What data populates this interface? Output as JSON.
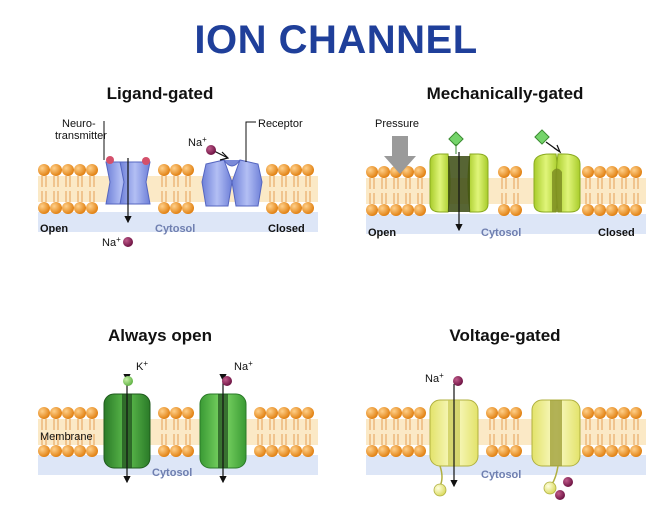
{
  "title": "ION CHANNEL",
  "panels": {
    "ligand": {
      "title": "Ligand-gated",
      "neuro_line1": "Neuro-",
      "neuro_line2": "transmitter",
      "receptor": "Receptor",
      "ion_top": "Na",
      "ion_bottom": "Na",
      "ion_charge": "+",
      "open": "Open",
      "cytosol": "Cytosol",
      "closed": "Closed"
    },
    "mechanical": {
      "title": "Mechanically-gated",
      "pressure": "Pressure",
      "open": "Open",
      "cytosol": "Cytosol",
      "closed": "Closed"
    },
    "always": {
      "title": "Always open",
      "ion_left": "K",
      "ion_right": "Na",
      "ion_charge": "+",
      "membrane": "Membrane",
      "cytosol": "Cytosol"
    },
    "voltage": {
      "title": "Voltage-gated",
      "ion": "Na",
      "ion_charge": "+",
      "cytosol": "Cytosol"
    }
  },
  "colors": {
    "title": "#1f3f9a",
    "lipid_head": "#f29a1c",
    "lipid_tail": "#e9b070",
    "membrane_core": "#fbe9c6",
    "cytosol_band": "#dde6f7",
    "ligand_channel": "#8f9fe8",
    "mechanical_channel": "#c6e84a",
    "always_channel": "#3f9a3c",
    "voltage_channel": "#f3f29a",
    "ion_sodium": "#8a1f54",
    "ion_potassium": "#8fd46a",
    "ligand_marker": "#d4506b",
    "mech_marker": "#74d46a"
  }
}
